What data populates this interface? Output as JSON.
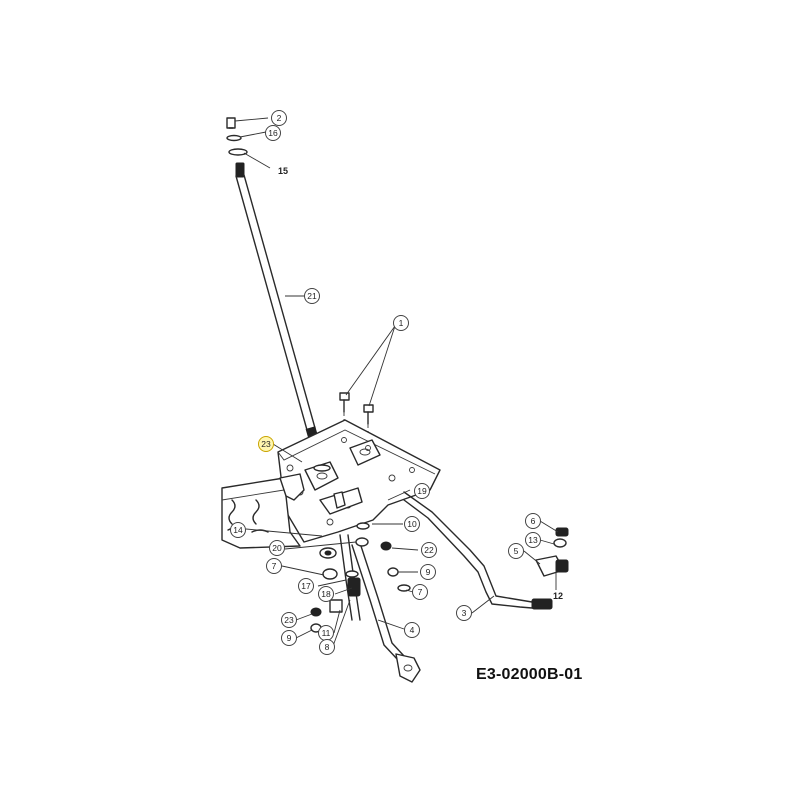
{
  "diagram": {
    "drawing_code": "E3-02000B-01",
    "callouts": [
      {
        "id": "c-2",
        "label": "2",
        "highlight": false
      },
      {
        "id": "c-16a",
        "label": "16",
        "highlight": false
      },
      {
        "id": "c-21",
        "label": "21",
        "highlight": false
      },
      {
        "id": "c-1",
        "label": "1",
        "highlight": false
      },
      {
        "id": "c-23a",
        "label": "23",
        "highlight": true
      },
      {
        "id": "c-19",
        "label": "19",
        "highlight": false
      },
      {
        "id": "c-14",
        "label": "14",
        "highlight": false
      },
      {
        "id": "c-10",
        "label": "10",
        "highlight": false
      },
      {
        "id": "c-20",
        "label": "20",
        "highlight": false
      },
      {
        "id": "c-22",
        "label": "22",
        "highlight": false
      },
      {
        "id": "c-9a",
        "label": "9",
        "highlight": false
      },
      {
        "id": "c-7a",
        "label": "7",
        "highlight": false
      },
      {
        "id": "c-17",
        "label": "17",
        "highlight": false
      },
      {
        "id": "c-7b",
        "label": "7",
        "highlight": false
      },
      {
        "id": "c-18",
        "label": "18",
        "highlight": false
      },
      {
        "id": "c-23b",
        "label": "23",
        "highlight": false
      },
      {
        "id": "c-11",
        "label": "11",
        "highlight": false
      },
      {
        "id": "c-9b",
        "label": "9",
        "highlight": false
      },
      {
        "id": "c-8",
        "label": "8",
        "highlight": false
      },
      {
        "id": "c-4",
        "label": "4",
        "highlight": false
      },
      {
        "id": "c-3",
        "label": "3",
        "highlight": false
      },
      {
        "id": "c-6",
        "label": "6",
        "highlight": false
      },
      {
        "id": "c-13",
        "label": "13",
        "highlight": false
      },
      {
        "id": "c-5",
        "label": "5",
        "highlight": false
      }
    ],
    "plain_labels": [
      {
        "id": "l-15",
        "label": "15"
      },
      {
        "id": "l-12",
        "label": "12"
      }
    ]
  }
}
